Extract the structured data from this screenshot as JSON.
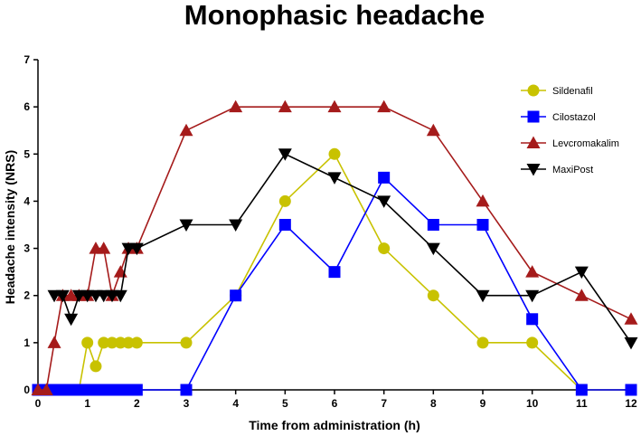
{
  "chart_data": {
    "type": "line",
    "title": "Monophasic headache",
    "xlabel": "Time from administration (h)",
    "ylabel": "Headache intensity (NRS)",
    "xlim": [
      0,
      12
    ],
    "ylim": [
      0,
      7
    ],
    "xticks": [
      "0",
      "1",
      "2",
      "3",
      "4",
      "5",
      "6",
      "7",
      "8",
      "9",
      "10",
      "11",
      "12"
    ],
    "yticks": [
      "0",
      "1",
      "2",
      "3",
      "4",
      "5",
      "6",
      "7"
    ],
    "grid": false,
    "legend_position": "right",
    "series": [
      {
        "name": "Sildenafil",
        "color": "#c8c200",
        "marker": "circle",
        "points": [
          [
            0,
            0
          ],
          [
            0.17,
            0
          ],
          [
            0.33,
            0
          ],
          [
            0.5,
            0
          ],
          [
            0.67,
            0
          ],
          [
            0.83,
            0
          ],
          [
            1,
            1
          ],
          [
            1.17,
            0.5
          ],
          [
            1.33,
            1
          ],
          [
            1.5,
            1
          ],
          [
            1.67,
            1
          ],
          [
            1.83,
            1
          ],
          [
            2,
            1
          ],
          [
            3,
            1
          ],
          [
            4,
            2
          ],
          [
            5,
            4
          ],
          [
            6,
            5
          ],
          [
            7,
            3
          ],
          [
            8,
            2
          ],
          [
            9,
            1
          ],
          [
            10,
            1
          ],
          [
            11,
            0
          ],
          [
            12,
            0
          ]
        ]
      },
      {
        "name": "Cilostazol",
        "color": "#0000ff",
        "marker": "square",
        "points": [
          [
            0,
            0
          ],
          [
            0.17,
            0
          ],
          [
            0.33,
            0
          ],
          [
            0.5,
            0
          ],
          [
            0.67,
            0
          ],
          [
            0.83,
            0
          ],
          [
            1,
            0
          ],
          [
            1.17,
            0
          ],
          [
            1.33,
            0
          ],
          [
            1.5,
            0
          ],
          [
            1.67,
            0
          ],
          [
            1.83,
            0
          ],
          [
            2,
            0
          ],
          [
            3,
            0
          ],
          [
            4,
            2
          ],
          [
            5,
            3.5
          ],
          [
            6,
            2.5
          ],
          [
            7,
            4.5
          ],
          [
            8,
            3.5
          ],
          [
            9,
            3.5
          ],
          [
            10,
            1.5
          ],
          [
            11,
            0
          ],
          [
            12,
            0
          ]
        ]
      },
      {
        "name": "Levcromakalim",
        "color": "#a51b1b",
        "marker": "triangle-up",
        "points": [
          [
            0,
            0
          ],
          [
            0.17,
            0
          ],
          [
            0.33,
            1
          ],
          [
            0.5,
            2
          ],
          [
            0.67,
            2
          ],
          [
            0.83,
            2
          ],
          [
            1,
            2
          ],
          [
            1.17,
            3
          ],
          [
            1.33,
            3
          ],
          [
            1.5,
            2
          ],
          [
            1.67,
            2.5
          ],
          [
            1.83,
            3
          ],
          [
            2,
            3
          ],
          [
            3,
            5.5
          ],
          [
            4,
            6
          ],
          [
            5,
            6
          ],
          [
            6,
            6
          ],
          [
            7,
            6
          ],
          [
            8,
            5.5
          ],
          [
            9,
            4
          ],
          [
            10,
            2.5
          ],
          [
            11,
            2
          ],
          [
            12,
            1.5
          ]
        ]
      },
      {
        "name": "MaxiPost",
        "color": "#000000",
        "marker": "triangle-down",
        "points": [
          [
            0.33,
            2
          ],
          [
            0.5,
            2
          ],
          [
            0.67,
            1.5
          ],
          [
            0.83,
            2
          ],
          [
            1,
            2
          ],
          [
            1.17,
            2
          ],
          [
            1.33,
            2
          ],
          [
            1.5,
            2
          ],
          [
            1.67,
            2
          ],
          [
            1.83,
            3
          ],
          [
            2,
            3
          ],
          [
            3,
            3.5
          ],
          [
            4,
            3.5
          ],
          [
            5,
            5
          ],
          [
            6,
            4.5
          ],
          [
            7,
            4
          ],
          [
            8,
            3
          ],
          [
            9,
            2
          ],
          [
            10,
            2
          ],
          [
            11,
            2.5
          ],
          [
            12,
            1
          ]
        ]
      }
    ]
  }
}
